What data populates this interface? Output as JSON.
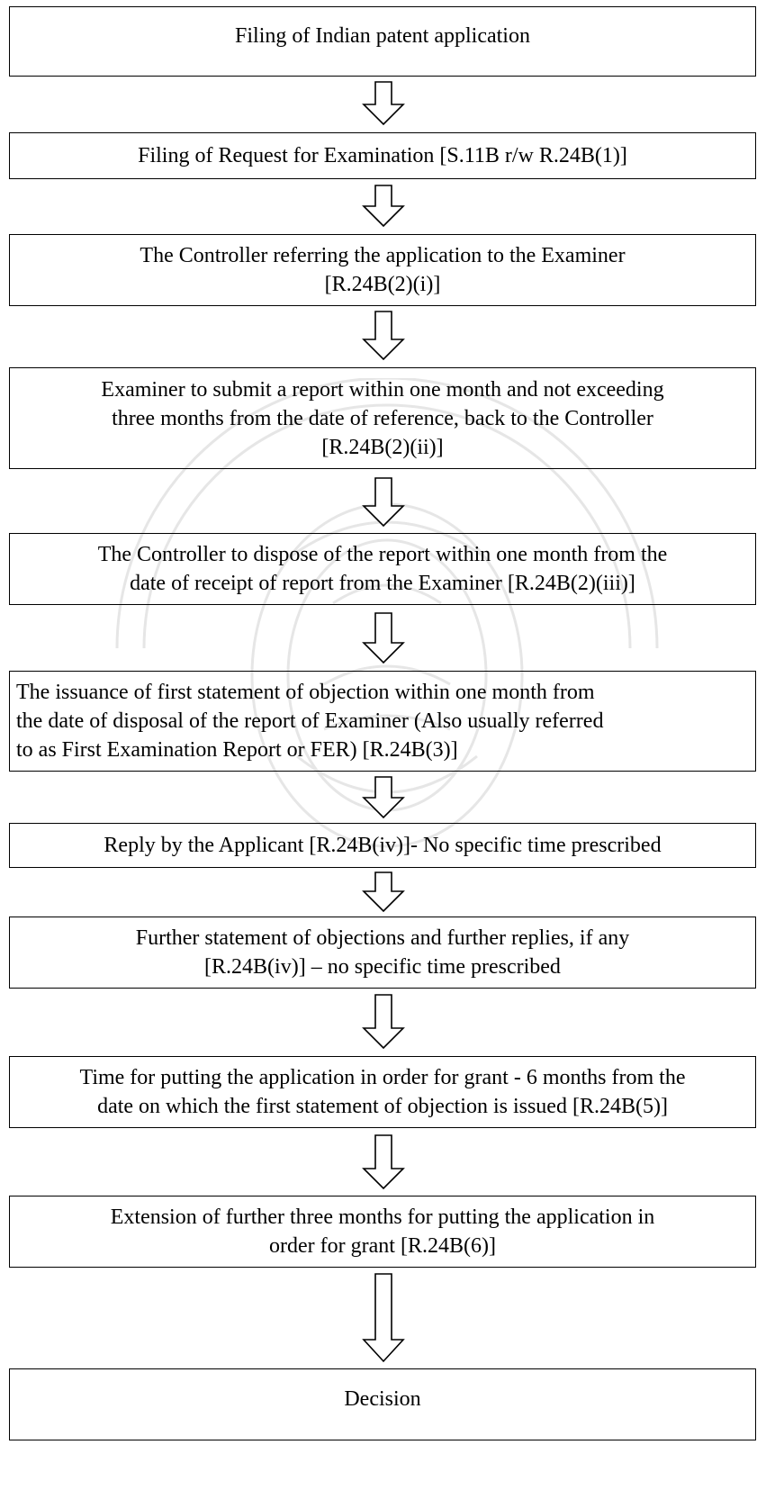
{
  "steps": [
    {
      "lines": [
        "Filing of Indian patent application"
      ]
    },
    {
      "lines": [
        "Filing of Request for Examination [S.11B r/w R.24B(1)]"
      ]
    },
    {
      "lines": [
        "The Controller referring the application to the Examiner",
        "[R.24B(2)(i)]"
      ]
    },
    {
      "lines": [
        "Examiner to submit a report within one month and not exceeding",
        "three months from the date of reference, back to the Controller",
        "[R.24B(2)(ii)]"
      ]
    },
    {
      "lines": [
        "The Controller to dispose of the report within one month from the",
        "date of receipt of report from the Examiner [R.24B(2)(iii)]"
      ]
    },
    {
      "lines": [
        "The issuance of first statement of objection within one month from",
        "the date of disposal of the report of Examiner (Also usually referred",
        "to as First Examination Report or FER) [R.24B(3)]"
      ]
    },
    {
      "lines": [
        "Reply by the Applicant [R.24B(iv)]- No specific time prescribed"
      ]
    },
    {
      "lines": [
        "Further statement of objections and further replies, if any",
        "[R.24B(iv)] – no specific time prescribed"
      ]
    },
    {
      "lines": [
        "Time for putting the application in order for grant - 6 months from the",
        "date on which the first statement of objection is issued [R.24B(5)]"
      ]
    },
    {
      "lines": [
        "Extension of further three months for putting the application in",
        "order for grant [R.24B(6)]"
      ]
    },
    {
      "lines": [
        "Decision"
      ]
    }
  ]
}
